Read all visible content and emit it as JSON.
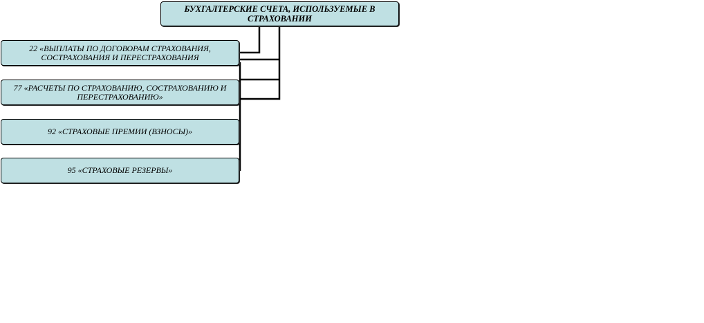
{
  "diagram": {
    "fill_color": "#bfe0e3",
    "line_color": "#000000",
    "root": {
      "label": "БУХГАЛТЕРСКИЕ СЧЕТА, ИСПОЛЬЗУЕМЫЕ В СТРАХОВАНИИ"
    },
    "accounts": [
      {
        "label": "22 «ВЫПЛАТЫ ПО ДОГОВОРАМ СТРАХОВАНИЯ, СОСТРАХОВАНИЯ И ПЕРЕСТРАХОВАНИЯ"
      },
      {
        "label": "77 «РАСЧЕТЫ ПО СТРАХОВАНИЮ, СОСТРАХОВАНИЮ И ПЕРЕСТРАХОВАНИЮ»"
      },
      {
        "label": "92 «СТРАХОВЫЕ ПРЕМИИ (ВЗНОСЫ)»"
      },
      {
        "label": "95 «СТРАХОВЫЕ РЕЗЕРВЫ»"
      }
    ]
  }
}
